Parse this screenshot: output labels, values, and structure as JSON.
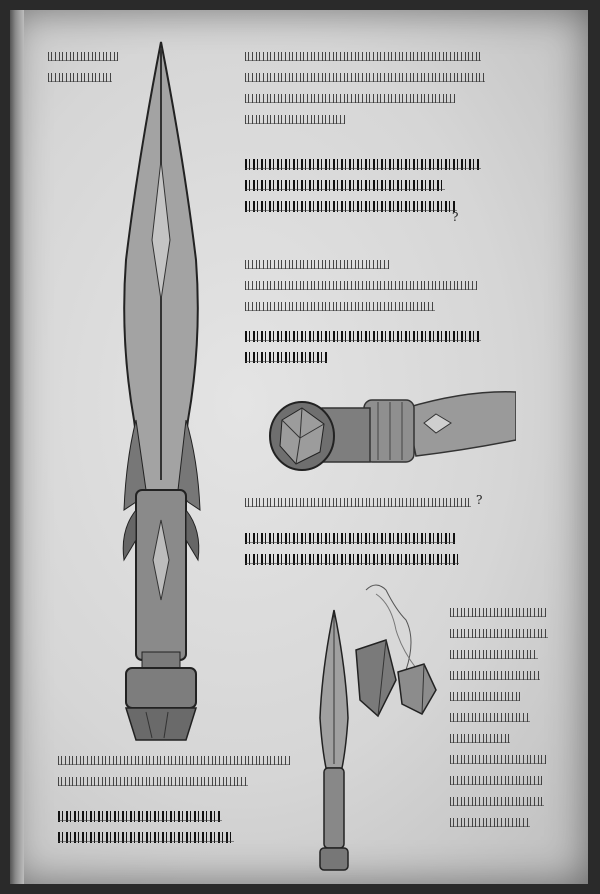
{
  "page": {
    "background_color": "#d9d9d9",
    "ink_color": "#222222",
    "annotations_legible": false
  },
  "illustrations": [
    {
      "name": "dagger",
      "description_hidden": true
    },
    {
      "name": "pommel-closeup"
    },
    {
      "name": "small-dagger"
    },
    {
      "name": "crystal-gem"
    }
  ],
  "notes": {
    "q_mark_1": "?",
    "q_mark_2": "?"
  }
}
